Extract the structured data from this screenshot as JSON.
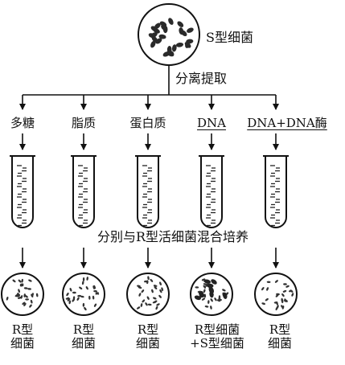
{
  "source": {
    "label": "S型细菌"
  },
  "step1": "分离提取",
  "components": [
    {
      "label": "多糖",
      "underlined": false
    },
    {
      "label": "脂质",
      "underlined": false
    },
    {
      "label": "蛋白质",
      "underlined": false
    },
    {
      "label": "DNA",
      "underlined": true
    },
    {
      "label": "DNA+DNA酶",
      "underlined": true
    }
  ],
  "step2": "分别与R型活细菌混合培养",
  "results": [
    {
      "line1": "R型",
      "line2": "细菌"
    },
    {
      "line1": "R型",
      "line2": "细菌"
    },
    {
      "line1": "R型",
      "line2": "细菌"
    },
    {
      "line1": "R型细菌",
      "line2": "+S型细菌"
    },
    {
      "line1": "R型",
      "line2": "细菌"
    }
  ]
}
